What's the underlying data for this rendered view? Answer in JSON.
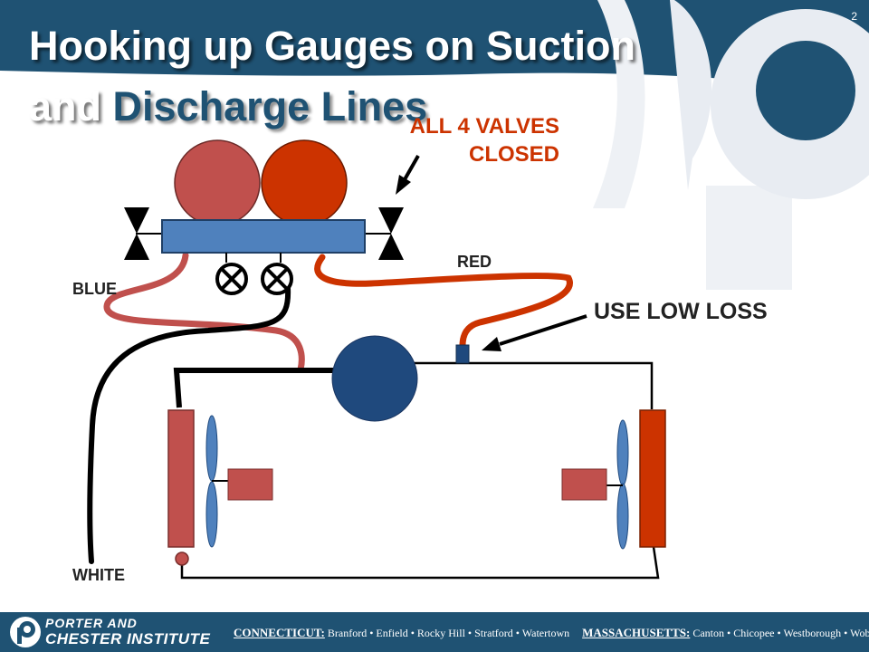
{
  "slide": {
    "number": "2",
    "title_line1": "Hooking up Gauges on Suction",
    "title_line2_part1": "and",
    "title_line2_part2": "Discharge Lines"
  },
  "callouts": {
    "valves_line1": "ALL 4 VALVES",
    "valves_line2": "CLOSED",
    "low_loss": "USE LOW LOSS"
  },
  "hose_labels": {
    "red": "RED",
    "blue": "BLUE",
    "white": "WHITE"
  },
  "colors": {
    "header_blue": "#1f5273",
    "low_gauge": "#c0504d",
    "high_gauge": "#cc3300",
    "manifold": "#4f81bd",
    "compressor": "#1f497d",
    "callout_red": "#cc3300",
    "blue_hose": "#c0504d",
    "red_hose": "#cc3300",
    "white_hose": "#000000"
  },
  "footer": {
    "brand_line1": "PORTER AND",
    "brand_line2": "CHESTER INSTITUTE",
    "state1": "CONNECTICUT:",
    "state1_towns": "Branford • Enfield • Rocky Hill • Stratford • Watertown",
    "state2": "MASSACHUSETTS:",
    "state2_towns": "Canton • Chicopee • Westborough • Woburn"
  }
}
